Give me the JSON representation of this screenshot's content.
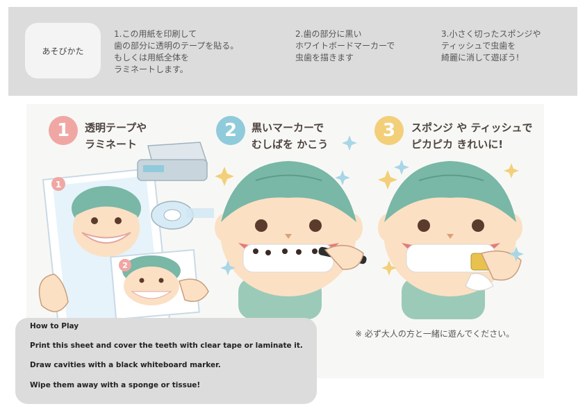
{
  "header": {
    "label": "あそびかた",
    "steps": [
      "1.この用紙を印刷して\n歯の部分に透明のテープを貼る。\nもしくは用紙全体を\nラミネートします。",
      "2.歯の部分に黒い\nホワイトボードマーカーで\n虫歯を描きます",
      "3.小さく切ったスポンジや\nティッシュで虫歯を\n綺麗に消して遊ぼう!"
    ]
  },
  "illustration": {
    "steps": [
      {
        "num": "1",
        "title": "透明テープや\nラミネート"
      },
      {
        "num": "2",
        "title": "黒いマーカーで\nむしばを かこう"
      },
      {
        "num": "3",
        "title": "スポンジ や ティッシュで\nピカピカ きれいに!"
      }
    ],
    "card_numbers": [
      "1",
      "2"
    ]
  },
  "howto_en": {
    "title": "How to Play",
    "lines": [
      "Print this sheet and cover the teeth with clear tape or laminate it.",
      "Draw cavities with a black whiteboard marker.",
      "Wipe them away with a sponge or tissue!"
    ]
  },
  "note": "※ 必ず大人の方と一緒に遊んでください。",
  "colors": {
    "hair": "#79b7a6",
    "skin": "#fbe0c4",
    "shirt": "#9ccab8",
    "badge_1": "#f0a7a4",
    "badge_2": "#8fcbdb",
    "badge_3": "#f3cf7a"
  }
}
